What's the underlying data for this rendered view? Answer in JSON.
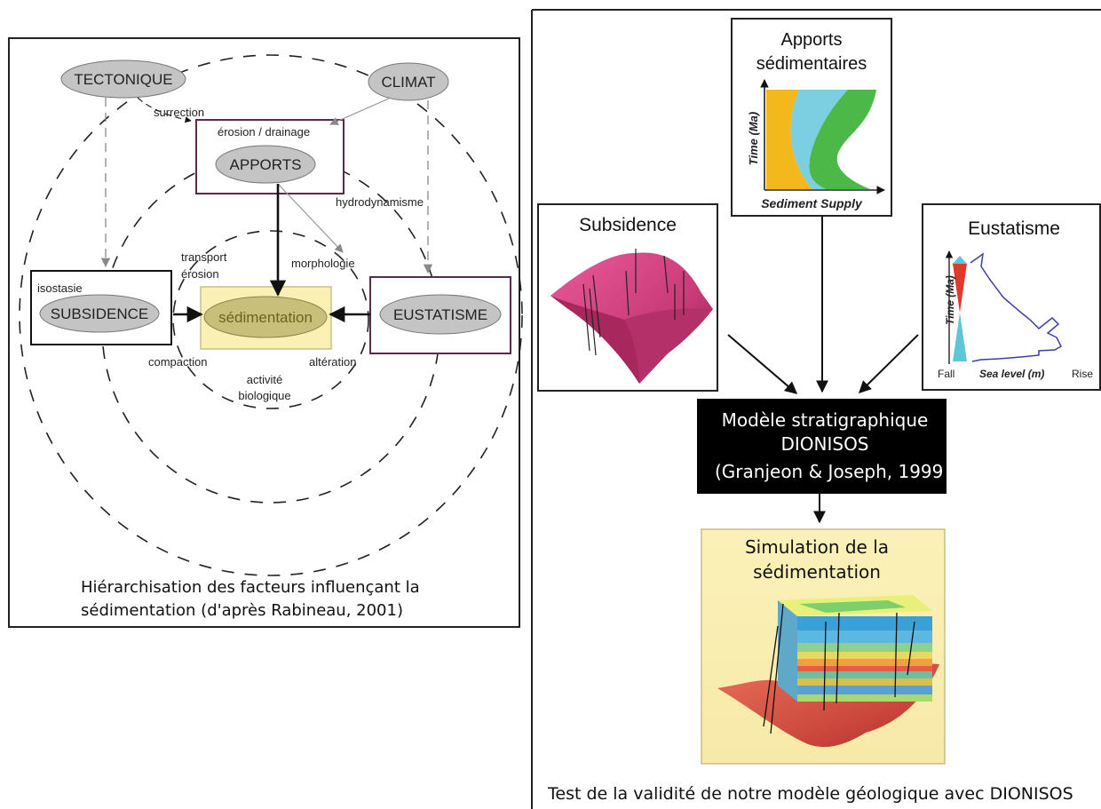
{
  "left_panel": {
    "nodes": {
      "tectonique": "TECTONIQUE",
      "climat": "CLIMAT",
      "apports": "APPORTS",
      "subsidence": "SUBSIDENCE",
      "eustatisme": "EUSTATISME",
      "sedimentation": "sédimentation"
    },
    "labels": {
      "surrection": "surrection",
      "erosion_drainage": "érosion / drainage",
      "hydrodynamisme": "hydrodynamisme",
      "transport": "transport",
      "erosion": "érosion",
      "morphologie": "morphologie",
      "isostasie": "isostasie",
      "compaction": "compaction",
      "alteration": "altération",
      "activite": "activité",
      "biologique": "biologique"
    },
    "caption_line1": "Hiérarchisation des facteurs influençant la",
    "caption_line2": "sédimentation (d'après Rabineau, 2001)"
  },
  "right_panel": {
    "apports": {
      "title_line1": "Apports",
      "title_line2": "sédimentaires",
      "y_axis": "Time (Ma)",
      "x_axis": "Sediment Supply"
    },
    "subsidence": {
      "title": "Subsidence"
    },
    "eustatisme": {
      "title": "Eustatisme",
      "y_axis": "Time (Ma)",
      "x_axis": "Sea level (m)",
      "fall": "Fall",
      "rise": "Rise"
    },
    "model": {
      "line1": "Modèle stratigraphique",
      "line2": "DIONISOS",
      "line3": "(Granjeon & Joseph, 1999"
    },
    "simulation": {
      "line1": "Simulation de la",
      "line2": "sédimentation"
    },
    "caption": "Test de la validité de notre modèle géologique avec DIONISOS"
  },
  "colors": {
    "sedimentation_fill": "#faf0b4",
    "sedimentation_ellipse": "#c8c07a",
    "node_fill": "#c4c4c4",
    "model_box": "#000000",
    "subsidence_surface": "#d94a86",
    "supply_yellow": "#f2b81c",
    "supply_blue": "#7ccfe0",
    "supply_green": "#4cb848",
    "eustatic_red": "#e03a2a",
    "eustatic_cyan": "#5fc6d8",
    "sea_level_curve": "#3b3fa8"
  }
}
